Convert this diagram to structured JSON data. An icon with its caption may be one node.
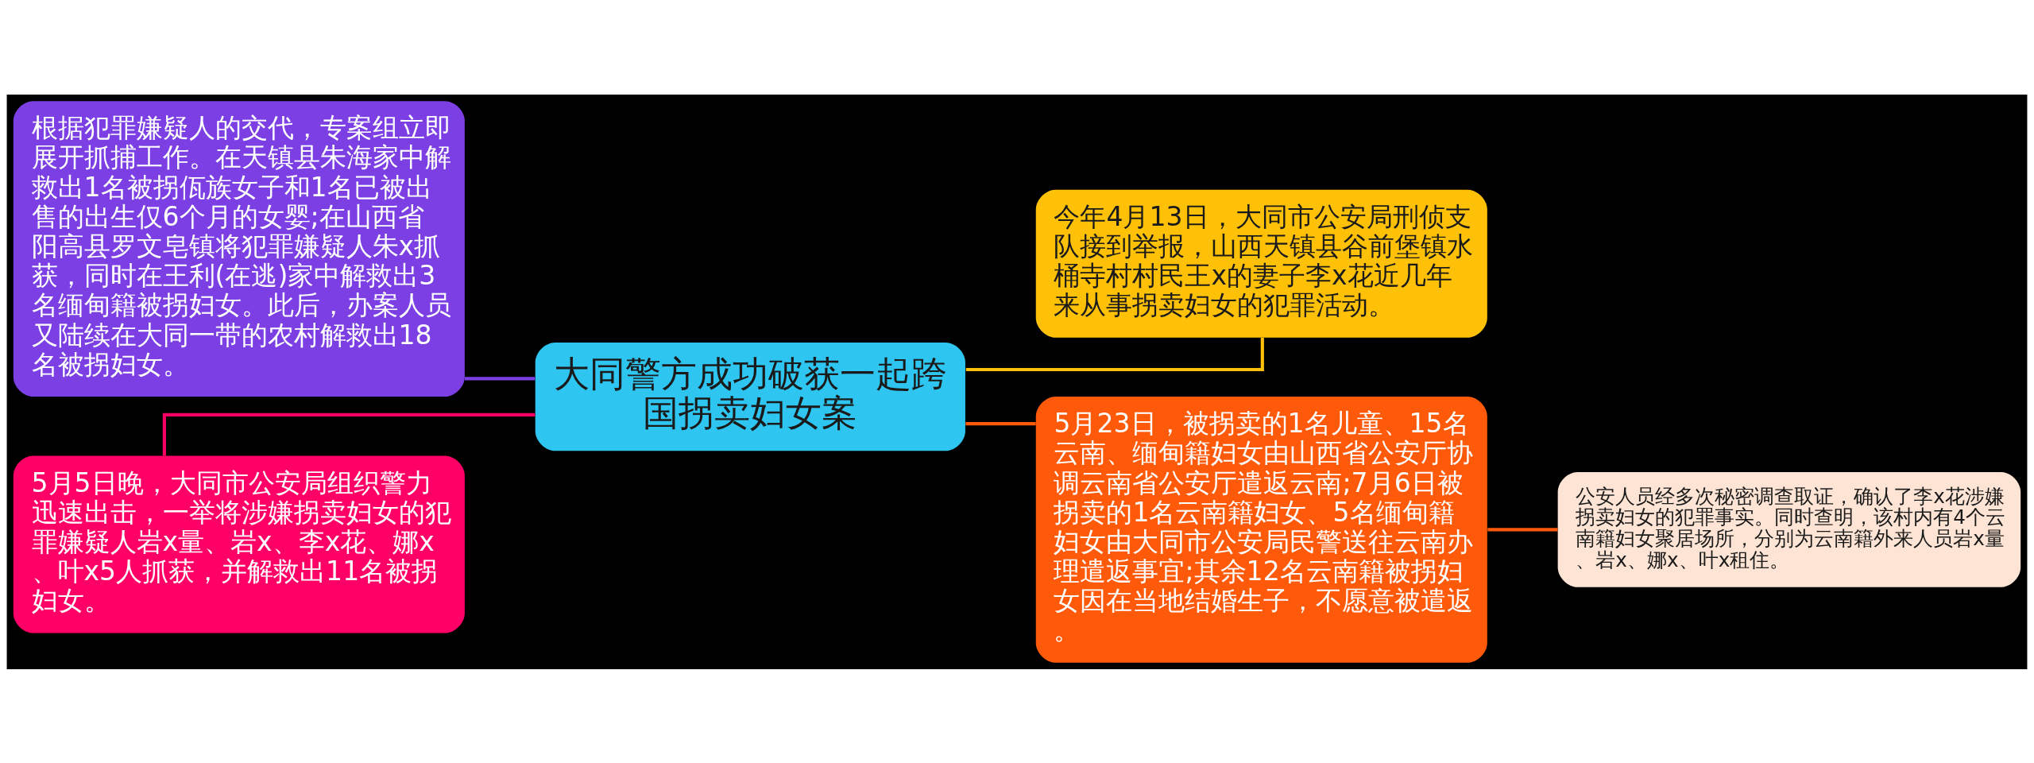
{
  "diagram": {
    "nodes": [
      {
        "text": [
          "大同警方成功破获一起跨国拐卖妇女案"
        ]
      },
      {
        "text": [
          "根据犯罪嫌疑人的交代，专案组立即展开抓捕工作。在天镇县朱海家中解救出1名被拐佤族女子和1名已被出售的出生仅6个月的女婴;在山西省阳高县罗文皂镇将犯罪嫌疑人朱x抓获，同时在王利(在逃)家中解救出3名缅甸籍被拐妇女。此后，办案人员又陆续在大同一带的农村解救出18名被拐妇女。"
        ]
      },
      {
        "text": [
          "5月5日晚，大同市公安局组织警力迅速出击，一举将涉嫌拐卖妇女的犯罪嫌疑人岩x量、岩x、李x花、娜x、叶x5人抓获，并解救出11名被拐妇女。"
        ]
      },
      {
        "text": [
          "今年4月13日，大同市公安局刑侦支队接到举报，山西天镇县谷前堡镇水桶寺村村民王x的妻子李x花近几年来从事拐卖妇女的犯罪活动。"
        ]
      },
      {
        "text": [
          "5月23日，被拐卖的1名儿童、15名云南、缅甸籍妇女由山西省公安厅协调云南省公安厅遣返云南;7月6日被拐卖的1名云南籍妇女、5名缅甸籍妇女由大同市公安局民警送往云南办理遣返事宜;其余12名云南籍被拐妇女因在当地结婚生子，不愿意被遣返。"
        ]
      },
      {
        "text": [
          "公安人员经多次秘密调查取证，确认了李x花涉嫌拐卖妇女的犯罪事实。同时查明，该村内有4个云南籍妇女聚居场所，分别为云南籍外来人员岩x量、岩x、娜x、叶x租住。"
        ]
      }
    ],
    "edges": [
      {
        "from": 0,
        "to": 1,
        "arrow": "none",
        "color": "#7b3fe4"
      },
      {
        "from": 0,
        "to": 2,
        "arrow": "none",
        "color": "#ff0066"
      },
      {
        "from": 0,
        "to": 3,
        "arrow": "none",
        "color": "#ffc107"
      },
      {
        "from": 0,
        "to": 4,
        "arrow": "none",
        "color": "#ff5a0a"
      },
      {
        "from": 4,
        "to": 5,
        "arrow": "none",
        "color": "#ff5a0a"
      }
    ]
  }
}
